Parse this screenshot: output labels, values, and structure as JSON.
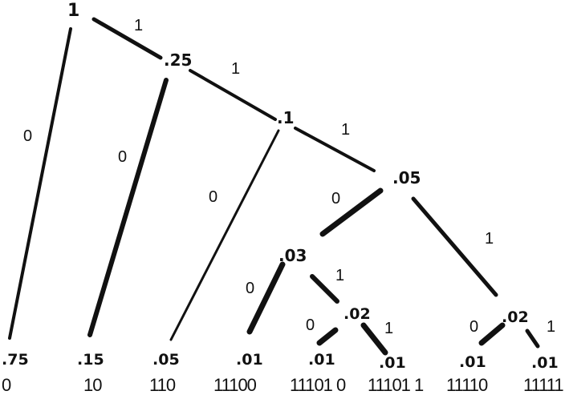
{
  "nodes": {
    "root": "1",
    "n1": ".25",
    "n2": ".1",
    "n3": ".05",
    "n4": ".03",
    "n5": ".02",
    "n6": ".02"
  },
  "leaves": [
    {
      "prob": ".75",
      "code": "0"
    },
    {
      "prob": ".15",
      "code": "10"
    },
    {
      "prob": ".05",
      "code": "110"
    },
    {
      "prob": ".01",
      "code": "11100"
    },
    {
      "prob": ".01",
      "code": "11101 0"
    },
    {
      "prob": ".01",
      "code": "11101 1"
    },
    {
      "prob": ".01",
      "code": "11110"
    },
    {
      "prob": ".01",
      "code": "11111"
    }
  ],
  "edge_labels": {
    "root_1": "1",
    "root_0": "0",
    "n1_1": "1",
    "n1_0": "0",
    "n2_1": "1",
    "n2_0": "0",
    "n3_0": "0",
    "n3_1": "1",
    "n4_0": "0",
    "n4_1": "1",
    "n5_0": "0",
    "n5_1": "1",
    "n6_0": "0",
    "n6_1": "1"
  }
}
